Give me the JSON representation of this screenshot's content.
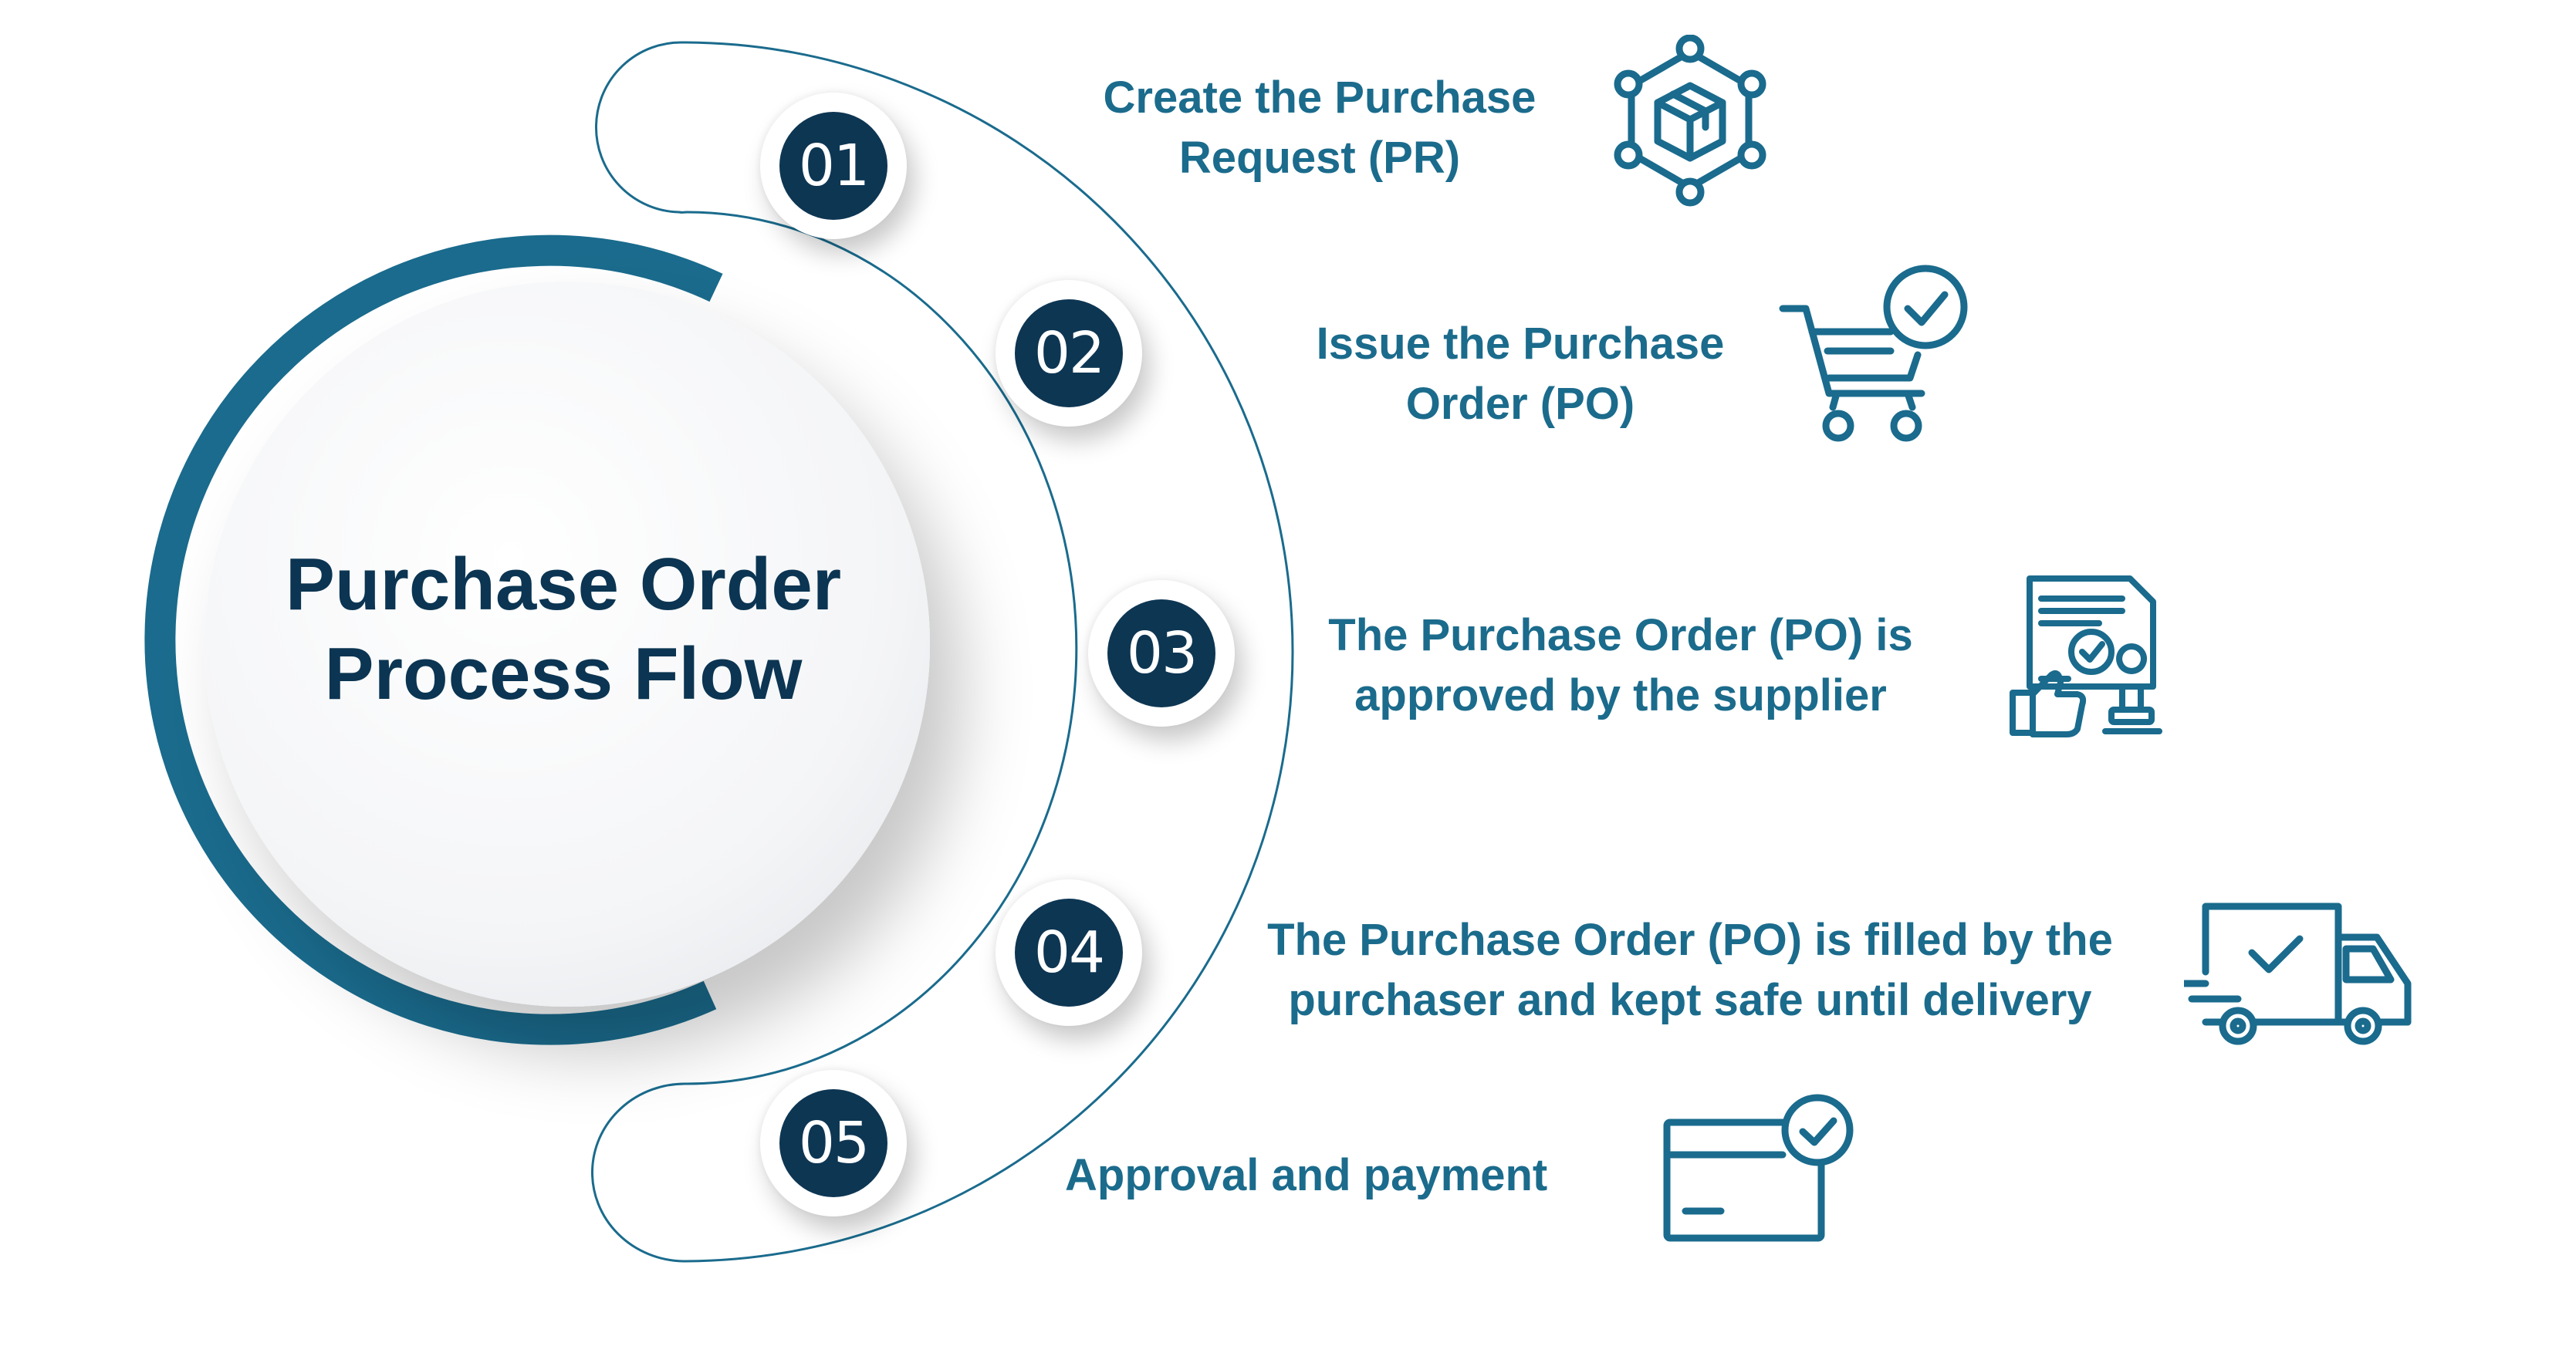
{
  "title": {
    "line1": "Purchase Order",
    "line2": "Process Flow"
  },
  "colors": {
    "accent": "#1a6b8d",
    "dark": "#0d3653",
    "text": "#1b6b8c",
    "title": "#0b3552"
  },
  "steps": [
    {
      "number": "01",
      "line1": "Create the Purchase",
      "line2": "Request (PR)",
      "icon": "package-network-icon"
    },
    {
      "number": "02",
      "line1": "Issue the Purchase",
      "line2": "Order (PO)",
      "icon": "shopping-cart-check-icon"
    },
    {
      "number": "03",
      "line1": "The Purchase Order (PO) is",
      "line2": "approved by the supplier",
      "icon": "document-approval-icon"
    },
    {
      "number": "04",
      "line1": "The Purchase Order (PO) is filled by the",
      "line2": "purchaser and kept safe until delivery",
      "icon": "delivery-truck-icon"
    },
    {
      "number": "05",
      "line1": "Approval and payment",
      "line2": "",
      "icon": "payment-card-check-icon"
    }
  ]
}
